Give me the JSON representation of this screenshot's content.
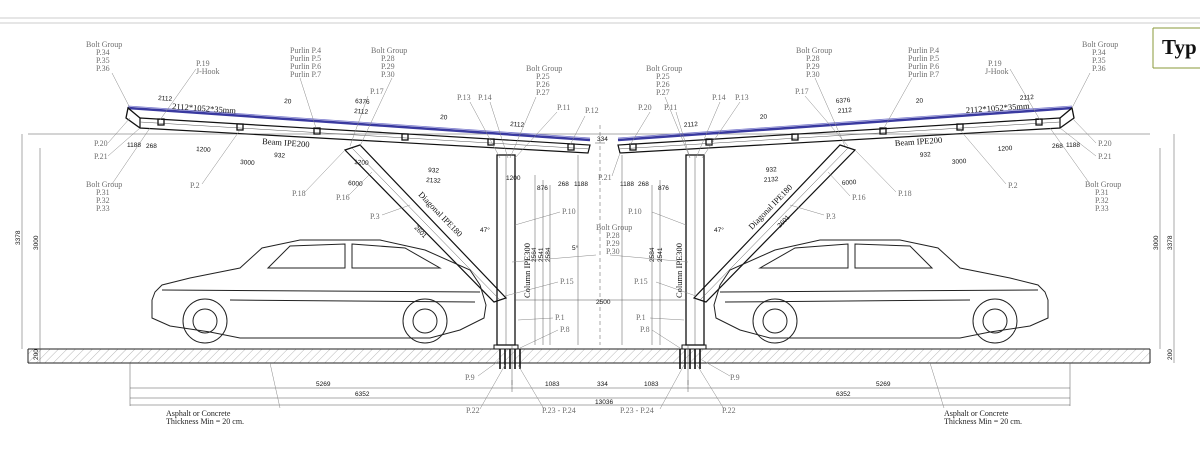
{
  "title": "Typ",
  "left": {
    "bolt_group_top_left": [
      "Bolt Group",
      "P.34",
      "P.35",
      "P.36"
    ],
    "jhook": [
      "P.19",
      "J-Hook"
    ],
    "purlins": [
      "Purlin P.4",
      "Purlin P.5",
      "Purlin P.6",
      "Purlin P.7"
    ],
    "bolt_group_mid": [
      "Bolt Group",
      "P.28",
      "P.29",
      "P.30"
    ],
    "bolt_group_right": [
      "Bolt Group",
      "P.25",
      "P.26",
      "P.27"
    ],
    "bolt_group_bottom": [
      "Bolt Group",
      "P.31",
      "P.32",
      "P.33"
    ],
    "refs": {
      "p20": "P.20",
      "p21": "P.21",
      "p2": "P.2",
      "p18": "P.18",
      "p16": "P.16",
      "p3": "P.3",
      "p17": "P.17",
      "p13": "P.13",
      "p14": "P.14",
      "p11": "P.11",
      "p12": "P.12",
      "p10": "P.10",
      "p15": "P.15",
      "p1": "P.1",
      "p8": "P.8",
      "p9": "P.9",
      "p22": "P.22",
      "p2324": "P.23 - P.24"
    },
    "panel": "2112*1052*35mm",
    "beam": "Beam IPE200",
    "diagonal": "Diagonal IPE180",
    "column": "Column IPE300",
    "ground": [
      "Asphalt or Concrete",
      "Thickness Min = 20 cm."
    ],
    "dims": {
      "d2112a": "2112",
      "d20a": "20",
      "d6376": "6376",
      "d2112b": "2112",
      "d20b": "20",
      "d2112c": "2112",
      "d334": "334",
      "d1188": "1188",
      "d268": "268",
      "d1200": "1200",
      "d932a": "932",
      "d3000": "3000",
      "d1200b": "1200",
      "d932b": "932",
      "d2132": "2132",
      "d6000": "6000",
      "d1200c": "1200",
      "d876": "876",
      "d268b": "268",
      "d1188b": "1188",
      "d2601": "2601",
      "d47": "47°",
      "d2564": "2564",
      "d2541": "2541",
      "d2584": "2584",
      "d5": "5°",
      "d5269": "5269",
      "d6352": "6352",
      "d1083": "1083",
      "d334b": "334",
      "d2500": "2500",
      "d3378": "3378",
      "d3000v": "3000",
      "d200": "200"
    }
  },
  "center": {
    "bolt_group": [
      "Bolt Group",
      "P.28",
      "P.29",
      "P.30"
    ],
    "total": "13036"
  },
  "right": {
    "bolt_group_top_right": [
      "Bolt Group",
      "P.34",
      "P.35",
      "P.36"
    ],
    "jhook": [
      "P.19",
      "J-Hook"
    ],
    "purlins": [
      "Purlin P.4",
      "Purlin P.5",
      "Purlin P.6",
      "Purlin P.7"
    ],
    "bolt_group_mid": [
      "Bolt Group",
      "P.28",
      "P.29",
      "P.30"
    ],
    "bolt_group_left": [
      "Bolt Group",
      "P.25",
      "P.26",
      "P.27"
    ],
    "bolt_group_bottom": [
      "Bolt Group",
      "P.31",
      "P.32",
      "P.33"
    ],
    "refs": {
      "p20": "P.20",
      "p21": "P.21",
      "p2": "P.2",
      "p18": "P.18",
      "p16": "P.16",
      "p3": "P.3",
      "p17": "P.17",
      "p13": "P.13",
      "p14": "P.14",
      "p11": "P.11",
      "p10": "P.10",
      "p15": "P.15",
      "p1": "P.1",
      "p8": "P.8",
      "p9": "P.9",
      "p22": "P.22",
      "p2324": "P.23 - P.24"
    },
    "panel": "2112*1052*35mm",
    "beam": "Beam IPE200",
    "diagonal": "Diagonal IPE180",
    "column": "Column IPE300",
    "ground": [
      "Asphalt or Concrete",
      "Thickness Min = 20 cm."
    ],
    "dims": {
      "d2112a": "2112",
      "d20a": "20",
      "d6376": "6376",
      "d2112b": "2112",
      "d20b": "20",
      "d2112c": "2112",
      "d268": "268",
      "d1188": "1188",
      "d1200": "1200",
      "d932a": "932",
      "d3000": "3000",
      "d932b": "932",
      "d2132": "2132",
      "d6000": "6000",
      "d1188b": "1188",
      "d268b": "268",
      "d876": "876",
      "d2601": "2601",
      "d47": "47°",
      "d2584": "2584",
      "d2541": "2541",
      "d5269": "5269",
      "d6352": "6352",
      "d1083": "1083",
      "d3000v": "3000",
      "d200": "200"
    }
  }
}
